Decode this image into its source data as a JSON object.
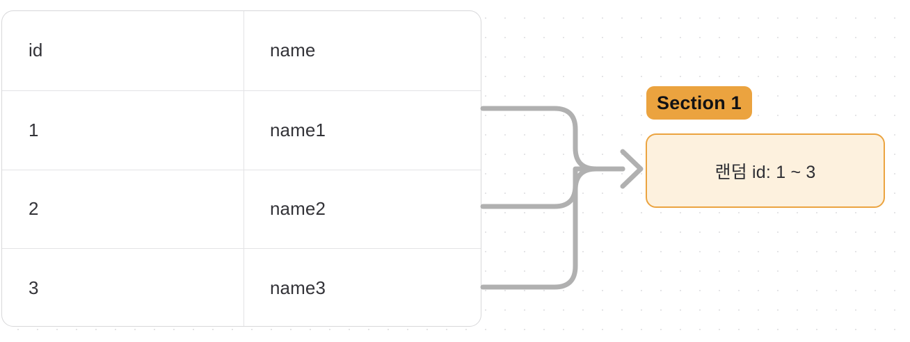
{
  "canvas": {
    "background_color": "#ffffff",
    "dot_grid_color": "#e4e4e6"
  },
  "table": {
    "columns": [
      "id",
      "name"
    ],
    "header": {
      "id": "id",
      "name": "name"
    },
    "rows": [
      {
        "id": "1",
        "name": "name1"
      },
      {
        "id": "2",
        "name": "name2"
      },
      {
        "id": "3",
        "name": "name3"
      }
    ],
    "border_color": "#d7d7d9"
  },
  "connectors": {
    "color": "#b0b0b0",
    "count": 3,
    "arrow_label": "merge-arrow"
  },
  "section": {
    "badge_label": "Section 1",
    "badge_color": "#eba33f",
    "body_text": "랜덤 id: 1 ~ 3",
    "body_fill": "#fdf1de",
    "body_border": "#eba33f"
  }
}
